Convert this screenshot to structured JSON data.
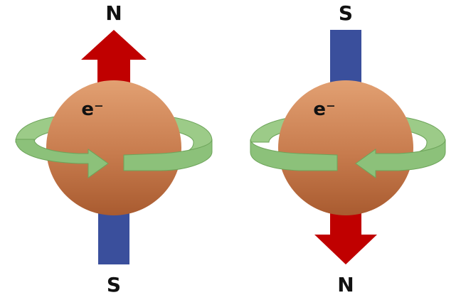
{
  "left_electron": {
    "top_pole": "N",
    "bottom_pole": "S",
    "particle": "e⁻",
    "spin_direction": "counterclockwise-viewed-from-top",
    "top_bar_shape": "arrow",
    "bottom_bar_shape": "bar"
  },
  "right_electron": {
    "top_pole": "S",
    "bottom_pole": "N",
    "particle": "e⁻",
    "spin_direction": "clockwise-viewed-from-top",
    "top_bar_shape": "bar",
    "bottom_bar_shape": "arrow"
  },
  "colors": {
    "north": "#c00000",
    "south": "#3a4f9c",
    "sphere_top": "#e2a072",
    "sphere_mid": "#c77b4d",
    "sphere_bottom": "#a95b30",
    "ring_front": "#8cc17a",
    "ring_back": "#9ccb88",
    "ring_edge": "#6da45a",
    "text": "#111111"
  }
}
